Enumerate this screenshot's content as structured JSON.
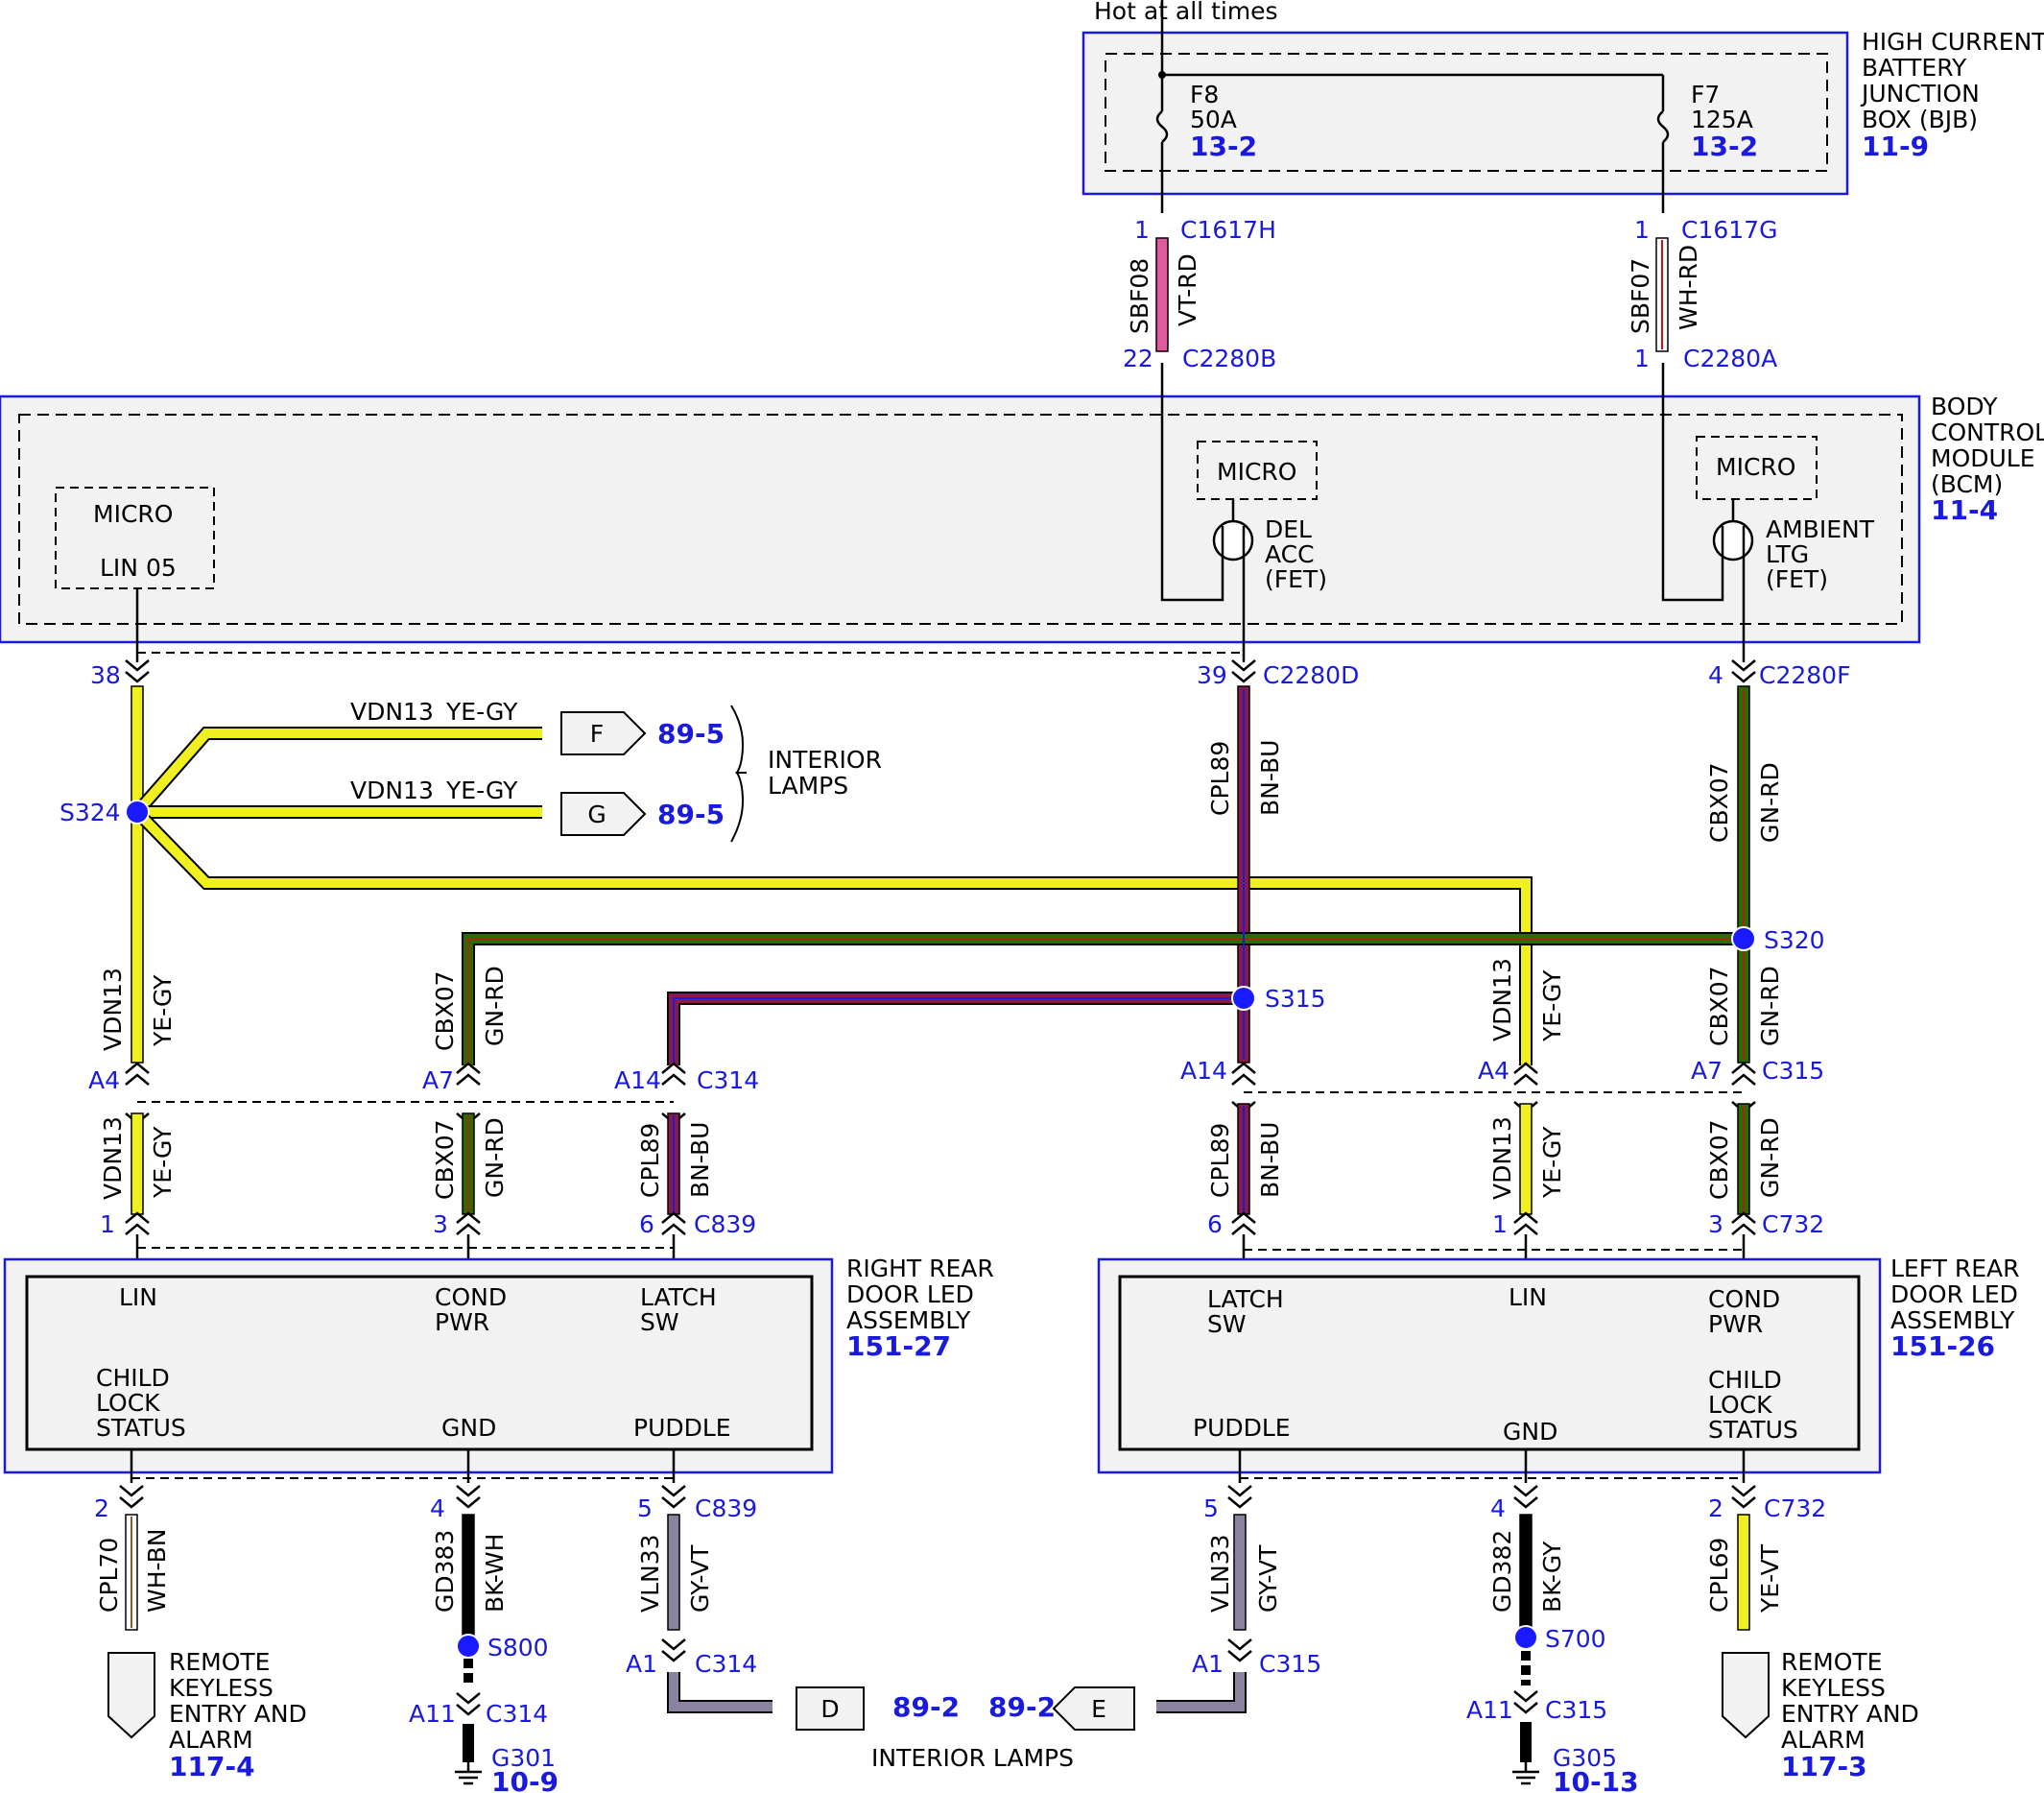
{
  "colors": {
    "ye_gy": "#f0f020",
    "gn_rd": "#2d6b00",
    "bn_bu": "#8a1a4a",
    "vt_rd": "#e05a9e",
    "wh_rd": "#ffffff",
    "gy_vt": "#8a82a0",
    "bk": "#000000",
    "pin_blue": "#1a1adc",
    "splice_blue": "#1a1aff"
  },
  "source": {
    "hot_label": "Hot at all times"
  },
  "bjb": {
    "title_lines": [
      "HIGH CURRENT",
      "BATTERY",
      "JUNCTION",
      "BOX (BJB)"
    ],
    "ref": "11-9",
    "f8": {
      "name": "F8",
      "rating": "50A",
      "ref": "13-2"
    },
    "f7": {
      "name": "F7",
      "rating": "125A",
      "ref": "13-2"
    }
  },
  "feed_wires": {
    "left": {
      "pin_top": "1",
      "conn_top": "C1617H",
      "circuit": "SBF08",
      "color": "VT-RD",
      "pin_bottom": "22",
      "conn_bottom": "C2280B"
    },
    "right": {
      "pin_top": "1",
      "conn_top": "C1617G",
      "circuit": "SBF07",
      "color": "WH-RD",
      "pin_bottom": "1",
      "conn_bottom": "C2280A"
    }
  },
  "bcm": {
    "title_lines": [
      "BODY",
      "CONTROL",
      "MODULE",
      "(BCM)"
    ],
    "ref": "11-4",
    "micro_left": {
      "title": "MICRO",
      "sub": "LIN 05"
    },
    "micro_mid": {
      "title": "MICRO",
      "fet_lines": [
        "DEL",
        "ACC",
        "(FET)"
      ]
    },
    "micro_right": {
      "title": "MICRO",
      "fet_lines": [
        "AMBIENT",
        "LTG",
        "(FET)"
      ]
    },
    "pin_38": "38",
    "pin_39": "39",
    "conn_39": "C2280D",
    "pin_4": "4",
    "conn_4": "C2280F"
  },
  "interior_lamps_top": {
    "label_lines": [
      "INTERIOR",
      "LAMPS"
    ],
    "f": {
      "circuit": "VDN13",
      "color": "YE-GY",
      "letter": "F",
      "ref": "89-5"
    },
    "g": {
      "circuit": "VDN13",
      "color": "YE-GY",
      "letter": "G",
      "ref": "89-5"
    }
  },
  "splices": {
    "s324": "S324",
    "s315": "S315",
    "s320": "S320",
    "s800": "S800",
    "s700": "S700"
  },
  "wire_labels": {
    "bcm39_down": {
      "circuit": "CPL89",
      "color": "BN-BU"
    },
    "bcm4_down": {
      "circuit": "CBX07",
      "color": "GN-RD"
    },
    "s324_down": {
      "circuit": "VDN13",
      "color": "YE-GY"
    },
    "cbx_left_down": {
      "circuit": "CBX07",
      "color": "GN-RD"
    },
    "vdn_right_down": {
      "circuit": "VDN13",
      "color": "YE-GY"
    },
    "s320_down": {
      "circuit": "CBX07",
      "color": "GN-RD"
    }
  },
  "c314": {
    "pins": [
      "A4",
      "A7",
      "A14"
    ],
    "name": "C314",
    "wires": [
      {
        "circuit": "VDN13",
        "color": "YE-GY"
      },
      {
        "circuit": "CBX07",
        "color": "GN-RD"
      },
      {
        "circuit": "CPL89",
        "color": "BN-BU"
      }
    ]
  },
  "c315": {
    "pins": [
      "A14",
      "A4",
      "A7"
    ],
    "name": "C315",
    "wires": [
      {
        "circuit": "CPL89",
        "color": "BN-BU"
      },
      {
        "circuit": "VDN13",
        "color": "YE-GY"
      },
      {
        "circuit": "CBX07",
        "color": "GN-RD"
      }
    ]
  },
  "c839": {
    "pins": [
      "1",
      "3",
      "6"
    ],
    "name": "C839"
  },
  "c732": {
    "pins": [
      "6",
      "1",
      "3"
    ],
    "name": "C732"
  },
  "rr_door": {
    "title_lines": [
      "RIGHT REAR",
      "DOOR LED",
      "ASSEMBLY"
    ],
    "ref": "151-27",
    "lin": "LIN",
    "cond_pwr": [
      "COND",
      "PWR"
    ],
    "latch_sw": [
      "LATCH",
      "SW"
    ],
    "child_lock": [
      "CHILD",
      "LOCK",
      "STATUS"
    ],
    "gnd": "GND",
    "puddle": "PUDDLE"
  },
  "lr_door": {
    "title_lines": [
      "LEFT REAR",
      "DOOR LED",
      "ASSEMBLY"
    ],
    "ref": "151-26",
    "latch_sw": [
      "LATCH",
      "SW"
    ],
    "lin": "LIN",
    "cond_pwr": [
      "COND",
      "PWR"
    ],
    "puddle": "PUDDLE",
    "gnd": "GND",
    "child_lock": [
      "CHILD",
      "LOCK",
      "STATUS"
    ]
  },
  "rr_bottom": {
    "cpl70": {
      "pin": "2",
      "circuit": "CPL70",
      "color": "WH-BN"
    },
    "gd383": {
      "pin": "4",
      "circuit": "GD383",
      "color": "BK-WH"
    },
    "vln33": {
      "pin": "5",
      "conn": "C839",
      "circuit": "VLN33",
      "color": "GY-VT"
    },
    "rke": {
      "lines": [
        "REMOTE",
        "KEYLESS",
        "ENTRY AND",
        "ALARM"
      ],
      "ref": "117-4"
    },
    "a11": "A11",
    "c314": "C314",
    "ground": {
      "name": "G301",
      "ref": "10-9"
    },
    "a1": "A1",
    "c314b": "C314",
    "d": {
      "letter": "D",
      "ref": "89-2"
    }
  },
  "lr_bottom": {
    "vln33": {
      "pin": "5",
      "circuit": "VLN33",
      "color": "GY-VT"
    },
    "gd382": {
      "pin": "4",
      "circuit": "GD382",
      "color": "BK-GY"
    },
    "cpl69": {
      "pin": "2",
      "conn": "C732",
      "circuit": "CPL69",
      "color": "YE-VT"
    },
    "a1": "A1",
    "c315": "C315",
    "e": {
      "letter": "E",
      "ref": "89-2"
    },
    "a11": "A11",
    "c315b": "C315",
    "ground": {
      "name": "G305",
      "ref": "10-13"
    },
    "rke": {
      "lines": [
        "REMOTE",
        "KEYLESS",
        "ENTRY AND",
        "ALARM"
      ],
      "ref": "117-3"
    }
  },
  "bottom_label": "INTERIOR LAMPS"
}
